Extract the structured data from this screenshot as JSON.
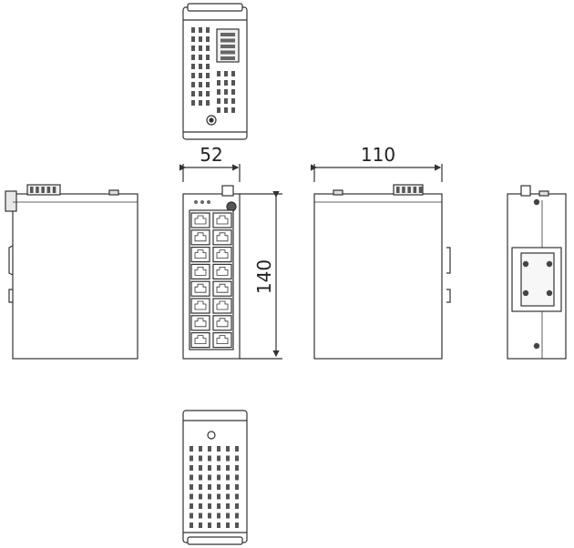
{
  "dimensions": {
    "width": "52",
    "depth": "110",
    "height": "140"
  },
  "colors": {
    "stroke": "#333333",
    "light_fill": "#f4f4f4",
    "dark": "#444444"
  }
}
